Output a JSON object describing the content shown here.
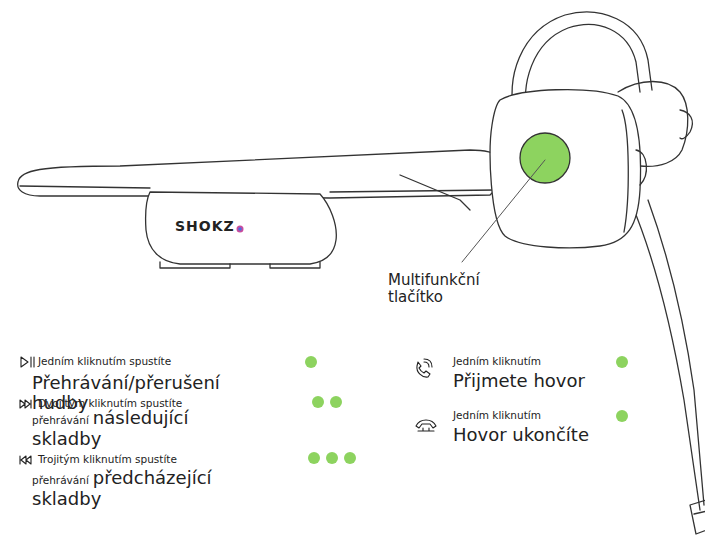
{
  "diagram": {
    "labels": [
      "SHOKZ",
      "Multifunkční tlačítko",
      "Jedním kliknutím spustíte",
      "Přehrávání/přerušení hudby",
      "Dvojitým kliknutím spustíte",
      "přehrávání",
      "následující skladby",
      "Trojitým kliknutím spustíte",
      "přehrávání",
      "předcházející skladby",
      "Jedním kliknutím",
      "Přijmete hovor",
      "Jedním kliknutím",
      "Hovor ukončíte"
    ]
  }
}
